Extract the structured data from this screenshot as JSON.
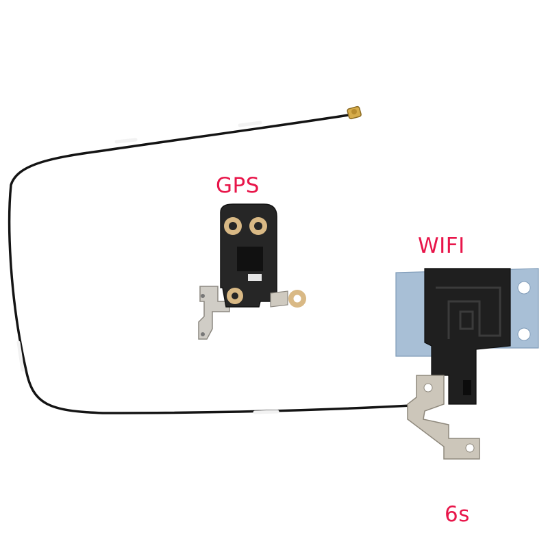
{
  "labels": {
    "gps": "GPS",
    "wifi": "WIFI",
    "model": "6s"
  },
  "colors": {
    "label": "#e8164a",
    "cable": "#141414",
    "bracket_metal": "#c9c3b6",
    "gold_pad": "#d9b985",
    "flex_black": "#1f1f1f",
    "flex_blue": "#a8bfd6"
  }
}
